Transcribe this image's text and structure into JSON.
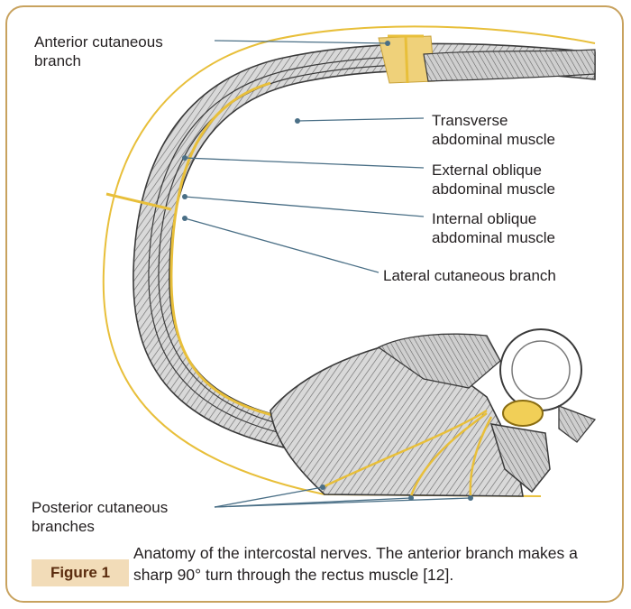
{
  "labels": {
    "anterior_line1": "Anterior cutaneous",
    "anterior_line2": "branch",
    "transverse_line1": "Transverse",
    "transverse_line2": "abdominal muscle",
    "external_line1": "External oblique",
    "external_line2": "abdominal muscle",
    "internal_line1": "Internal oblique",
    "internal_line2": "abdominal muscle",
    "lateral": "Lateral cutaneous branch",
    "posterior_line1": "Posterior cutaneous",
    "posterior_line2": "branches"
  },
  "figure": {
    "badge": "Figure 1",
    "caption": "Anatomy of the intercostal nerves. The anterior branch makes a sharp 90° turn through the rectus muscle [12]."
  },
  "colors": {
    "frame": "#c8a25e",
    "nerve": "#e8bf3a",
    "badge_bg": "#f2dcb8",
    "badge_text": "#5a2b0d",
    "leader": "#4a6f86"
  }
}
